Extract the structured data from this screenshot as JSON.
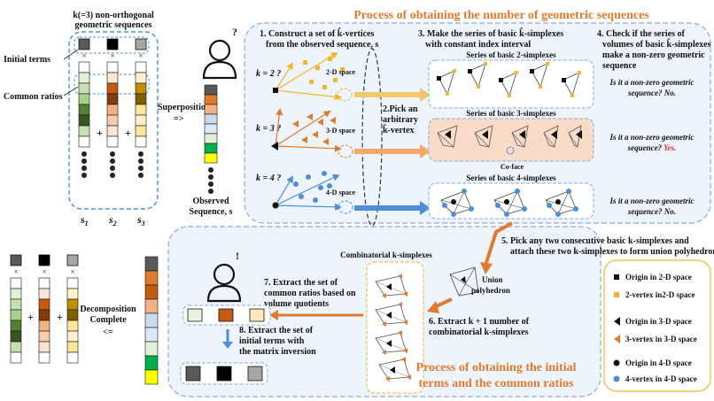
{
  "colors": {
    "orange": "#e07a2e",
    "orange_light": "#f2a868",
    "blue": "#4e8ed6",
    "gold": "#f2b62a",
    "panel_border": "#8aaed6",
    "panel_fill": "#eef4fb",
    "highlight_fill": "#f9dcc7",
    "legend_border": "#f2b62a",
    "red": "#d9312b"
  },
  "left": {
    "k_label": "k(=3) non-orthogonal",
    "k_label2": "geometric sequences",
    "initial_terms": "Initial terms",
    "common_ratios": "Common ratios",
    "s1": "s",
    "s1_sub": "1",
    "s2": "s",
    "s2_sub": "2",
    "s3": "s",
    "s3_sub": "3",
    "superposition": "Superposition",
    "arrow": "=>",
    "observed1": "Observed",
    "observed2": "Sequence, s",
    "decomposition1": "Decomposition",
    "decomposition2": "Complete",
    "le": "<="
  },
  "process1": {
    "title": "Process of obtaining the number of geometric sequences",
    "step1a": "1. Construct a set of k̂-vertices",
    "step1b": "from the observed sequence, s",
    "step2a": "2.Pick an",
    "step2b": "arbitrary",
    "step2c": "k̂-vertex",
    "step3a": "3. Make the series of basic k̂-simplexes",
    "step3b": "with constant index interval",
    "step4a": "4. Check if the series of",
    "step4b": "volumes of basic k̂-simplexes",
    "step4c": "make a non-zero geometric",
    "step4d": "sequence",
    "k2": "k = 2 ?",
    "k3": "k = 3 ?",
    "k4": "k = 4 ?",
    "space2": "2-D space",
    "space3": "3-D space",
    "space4": "4-D space",
    "series2": "Series of basic 2-simplexes",
    "series3": "Series of basic 3-simplexes",
    "series4": "Series of basic 4-simplexes",
    "coface": "Co-face",
    "q1a": "Is it a non-zero geometric",
    "q1b": "sequence? No.",
    "q2a": "Is it a non-zero geometric",
    "q2b": "sequence? ",
    "q2yes": "Yes.",
    "q3a": "Is it a non-zero geometric",
    "q3b": "sequence? No."
  },
  "process2": {
    "title1": "Process of obtaining the initial",
    "title2": "terms and the common ratios",
    "step5a": "5. Pick any two consecutive basic k-simplexes and",
    "step5b": "attach these two k-simplexes to form union polyhedron",
    "combinatorial": "Combinatorial k-simplexes",
    "union1": "Union",
    "union2": "polyhedron",
    "step6a": "6. Extract k + 1 number of",
    "step6b": "combinatorial k-simplexes",
    "step7a": "7. Extract the set of",
    "step7b": "common ratios based on",
    "step7c": "volume quotients",
    "step8a": "8. Extract the set of",
    "step8b": "initial terms with",
    "step8c": "the matrix inversion"
  },
  "legend": {
    "items": [
      {
        "label": "Origin in 2-D space",
        "icon": "black-square"
      },
      {
        "label": "2-vertex in2-D space",
        "icon": "gold-square"
      },
      {
        "label": "Origin in 3-D space",
        "icon": "black-triangle"
      },
      {
        "label": "3-vertex in 3-D space",
        "icon": "orange-triangle"
      },
      {
        "label": "Origin in 4-D space",
        "icon": "black-circle"
      },
      {
        "label": "4-vertex in 4-D space",
        "icon": "blue-circle"
      }
    ]
  },
  "icons": {
    "person_question": "?",
    "person_exclaim": "!",
    "times": "×",
    "plus": "+"
  }
}
